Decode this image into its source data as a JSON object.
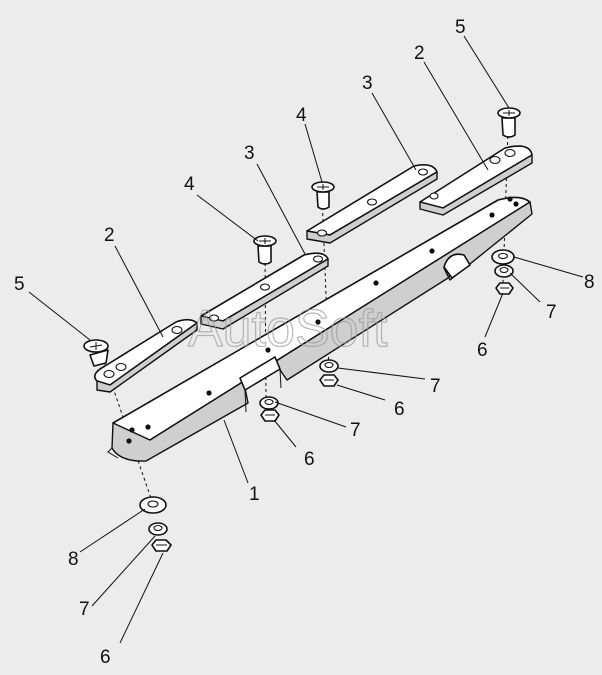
{
  "watermark": "AutoSoft",
  "callouts": {
    "c1": "1",
    "c2_left": "2",
    "c2_right": "2",
    "c3_left": "3",
    "c3_right": "3",
    "c4_left": "4",
    "c4_right": "4",
    "c5_left": "5",
    "c5_right": "5",
    "c6_bottom": "6",
    "c6_mid_a": "6",
    "c6_mid_b": "6",
    "c6_right": "6",
    "c7_bottom": "7",
    "c7_mid_a": "7",
    "c7_mid_b": "7",
    "c7_right": "7",
    "c8_bottom": "8",
    "c8_right": "8"
  },
  "colors": {
    "background": "#ececec",
    "line": "#111111"
  }
}
